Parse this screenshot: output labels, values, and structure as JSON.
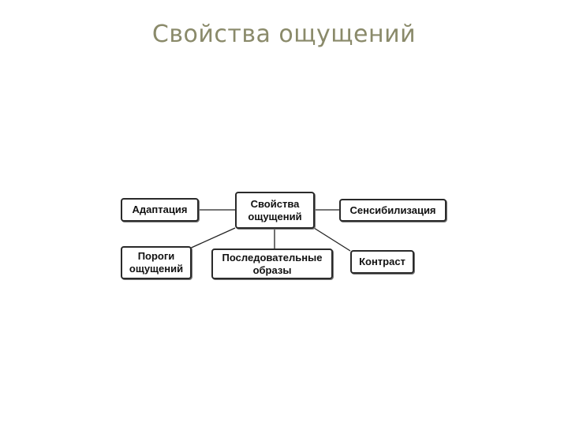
{
  "title": "Свойства ощущений",
  "diagram": {
    "center": "Свойства\nощущений",
    "nodes": {
      "adaptation": "Адаптация",
      "sensitization": "Сенсибилизация",
      "thresholds": "Пороги\nощущений",
      "afterimages": "Последовательные\nобразы",
      "contrast": "Контраст"
    },
    "edges": [
      [
        "center",
        "adaptation"
      ],
      [
        "center",
        "sensitization"
      ],
      [
        "center",
        "thresholds"
      ],
      [
        "center",
        "afterimages"
      ],
      [
        "center",
        "contrast"
      ]
    ]
  }
}
